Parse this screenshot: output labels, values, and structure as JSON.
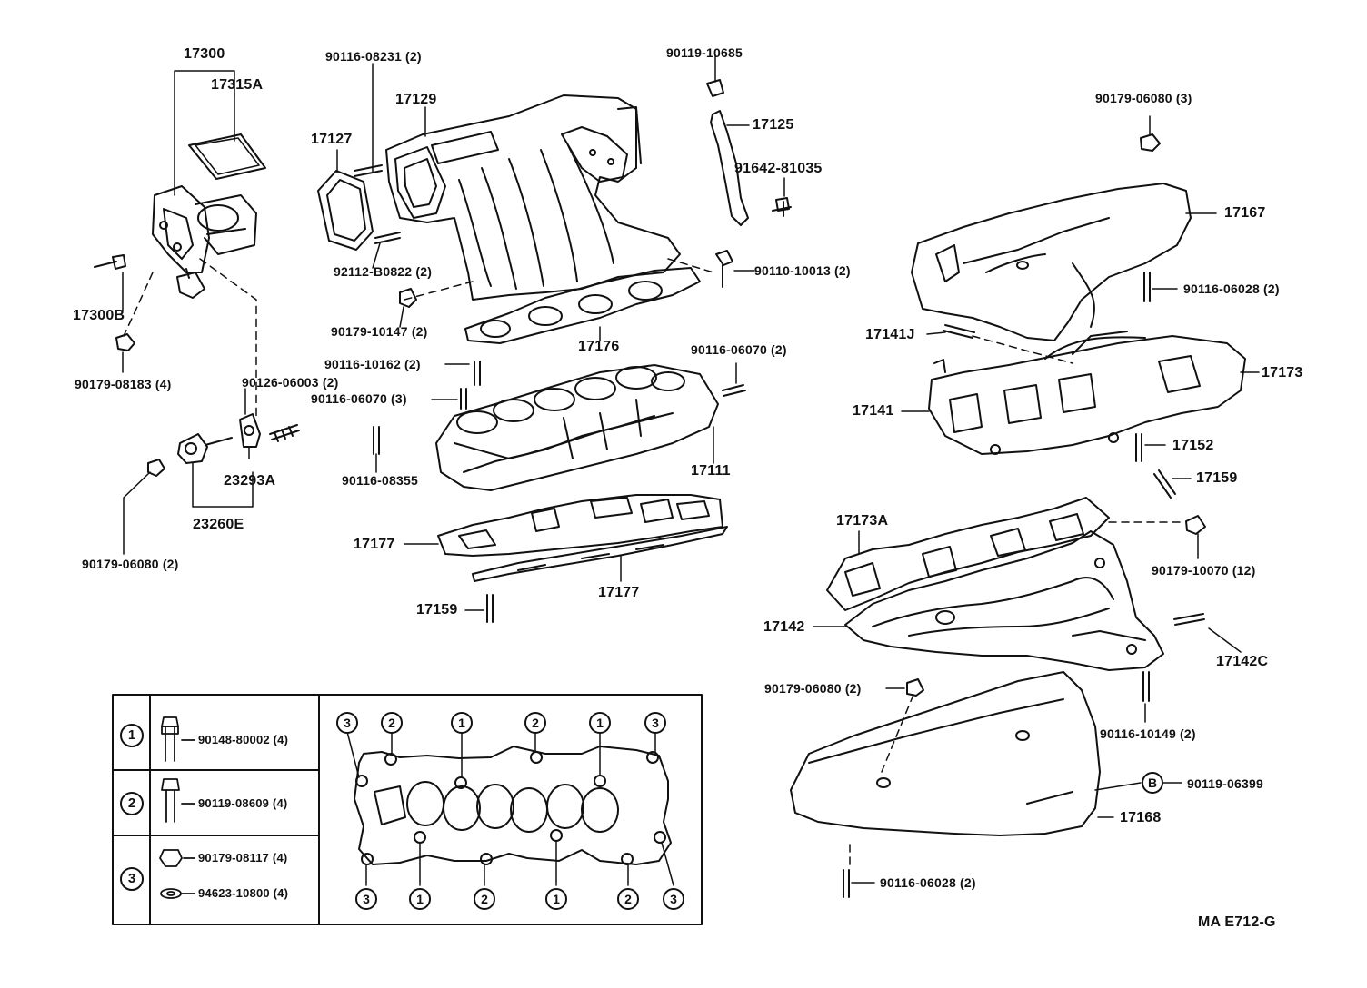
{
  "diagram_code": "MA E712-G",
  "callouts": {
    "p17300": "17300",
    "p17315A": "17315A",
    "p17300B": "17300B",
    "p90179_08183": "90179-08183 (4)",
    "p90126_06003": "90126-06003 (2)",
    "p23293A": "23293A",
    "p23260E": "23260E",
    "p90179_06080_left": "90179-06080 (2)",
    "p90116_08231": "90116-08231 (2)",
    "p17129": "17129",
    "p17127": "17127",
    "p92112_B0822": "92112-B0822 (2)",
    "p90179_10147": "90179-10147 (2)",
    "p17176": "17176",
    "p90119_10685": "90119-10685",
    "p17125": "17125",
    "p91642_81035": "91642-81035",
    "p90110_10013": "90110-10013 (2)",
    "p90116_10162": "90116-10162 (2)",
    "p90116_06070_3": "90116-06070 (3)",
    "p90116_06070_2": "90116-06070 (2)",
    "p90116_08355": "90116-08355",
    "p17111": "17111",
    "p17177_a": "17177",
    "p17177_b": "17177",
    "p17159_left": "17159",
    "p90179_06080_3": "90179-06080 (3)",
    "p17167": "17167",
    "p90116_06028_top": "90116-06028 (2)",
    "p17141J": "17141J",
    "p17173": "17173",
    "p17141": "17141",
    "p17152": "17152",
    "p17159_right": "17159",
    "p17173A": "17173A",
    "p90179_10070": "90179-10070 (12)",
    "p17142": "17142",
    "p17142C": "17142C",
    "p90179_06080_right": "90179-06080 (2)",
    "p90116_10149": "90116-10149 (2)",
    "p90119_06399": "90119-06399",
    "p17168": "17168",
    "p90116_06028_bottom": "90116-06028 (2)"
  },
  "legend": {
    "rows": [
      {
        "mark": "1",
        "parts": [
          "90148-80002 (4)"
        ]
      },
      {
        "mark": "2",
        "parts": [
          "90119-08609 (4)"
        ]
      },
      {
        "mark": "3",
        "parts": [
          "90179-08117 (4)",
          "94623-10800 (4)"
        ]
      }
    ],
    "top_sequence": [
      "3",
      "2",
      "1",
      "2",
      "1",
      "3"
    ],
    "bottom_sequence": [
      "3",
      "1",
      "2",
      "1",
      "2",
      "3"
    ]
  },
  "b_marker": "B"
}
